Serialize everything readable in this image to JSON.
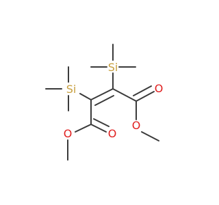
{
  "molecule": {
    "atoms": {
      "si_upper": "Si",
      "si_lower": "Si",
      "o_upper_carbonyl": "O",
      "o_upper_ester": "O",
      "o_lower_carbonyl": "O",
      "o_lower_ester": "O"
    },
    "colors": {
      "bond": "#3a3a3a",
      "silicon": "#c8a040",
      "oxygen": "#e02020"
    }
  }
}
